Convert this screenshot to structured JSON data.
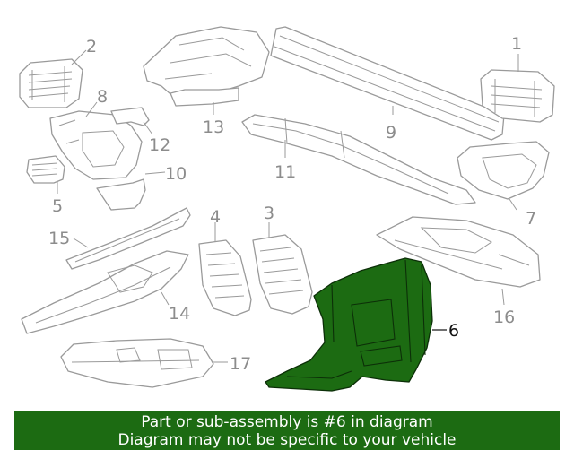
{
  "callouts": [
    {
      "id": "1",
      "text": "1"
    },
    {
      "id": "2",
      "text": "2"
    },
    {
      "id": "3",
      "text": "3"
    },
    {
      "id": "4",
      "text": "4"
    },
    {
      "id": "5",
      "text": "5"
    },
    {
      "id": "6",
      "text": "6"
    },
    {
      "id": "7",
      "text": "7"
    },
    {
      "id": "8",
      "text": "8"
    },
    {
      "id": "9",
      "text": "9"
    },
    {
      "id": "10",
      "text": "10"
    },
    {
      "id": "11",
      "text": "11"
    },
    {
      "id": "12",
      "text": "12"
    },
    {
      "id": "13",
      "text": "13"
    },
    {
      "id": "14",
      "text": "14"
    },
    {
      "id": "15",
      "text": "15"
    },
    {
      "id": "16",
      "text": "16"
    },
    {
      "id": "17",
      "text": "17"
    }
  ],
  "highlighted_part": "6",
  "colors": {
    "highlight": "#1c6b12",
    "parts": "#9a9a9a",
    "banner_text": "#ffffff"
  },
  "banner": {
    "line1": "Part or sub-assembly is #6 in diagram",
    "line2": "Diagram may not be specific to your vehicle"
  }
}
